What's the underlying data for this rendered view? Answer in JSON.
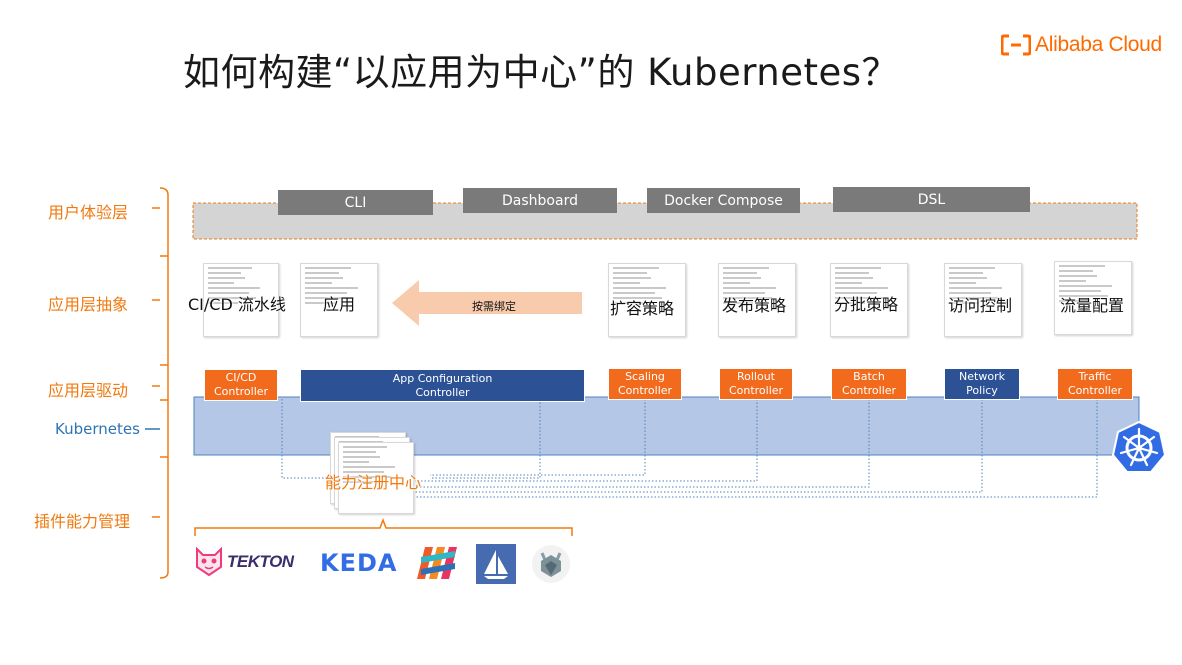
{
  "title": "如何构建“以应用为中心”的 Kubernetes？",
  "logo": {
    "text": "Alibaba Cloud"
  },
  "layers": {
    "experience": "用户体验层",
    "abstraction": "应用层抽象",
    "driver": "应用层驱动",
    "kubernetes": "Kubernetes",
    "plugins": "插件能力管理"
  },
  "ux_tools": [
    "CLI",
    "Dashboard",
    "Docker Compose",
    "DSL"
  ],
  "abstractions": [
    "CI/CD 流水线",
    "应用",
    "扩容策略",
    "发布策略",
    "分批策略",
    "访问控制",
    "流量配置"
  ],
  "bind_arrow": "按需绑定",
  "controllers": [
    {
      "label_top": "CI/CD",
      "label_bottom": "Controller"
    },
    {
      "label_top": "App Configuration",
      "label_bottom": "Controller"
    },
    {
      "label_top": "Scaling",
      "label_bottom": "Controller"
    },
    {
      "label_top": "Rollout",
      "label_bottom": "Controller"
    },
    {
      "label_top": "Batch",
      "label_bottom": "Controller"
    },
    {
      "label_top": "Network",
      "label_bottom": "Policy"
    },
    {
      "label_top": "Traffic",
      "label_bottom": "Controller"
    }
  ],
  "registry": "能力注册中心",
  "plugin_logos": {
    "tekton": "TEKTON",
    "keda": "KEDA",
    "istio": "istio-icon",
    "kruise": "kruise-icon",
    "opa": "opa-icon"
  },
  "colors": {
    "orange": "#f26a1b",
    "label_orange": "#f07a10",
    "navy": "#2c5295",
    "k8s_band": "#b4c7e7",
    "k8s_blue": "#326ce5",
    "grey_button": "#7a7a7a",
    "arrow_fill": "#f8cbad"
  }
}
